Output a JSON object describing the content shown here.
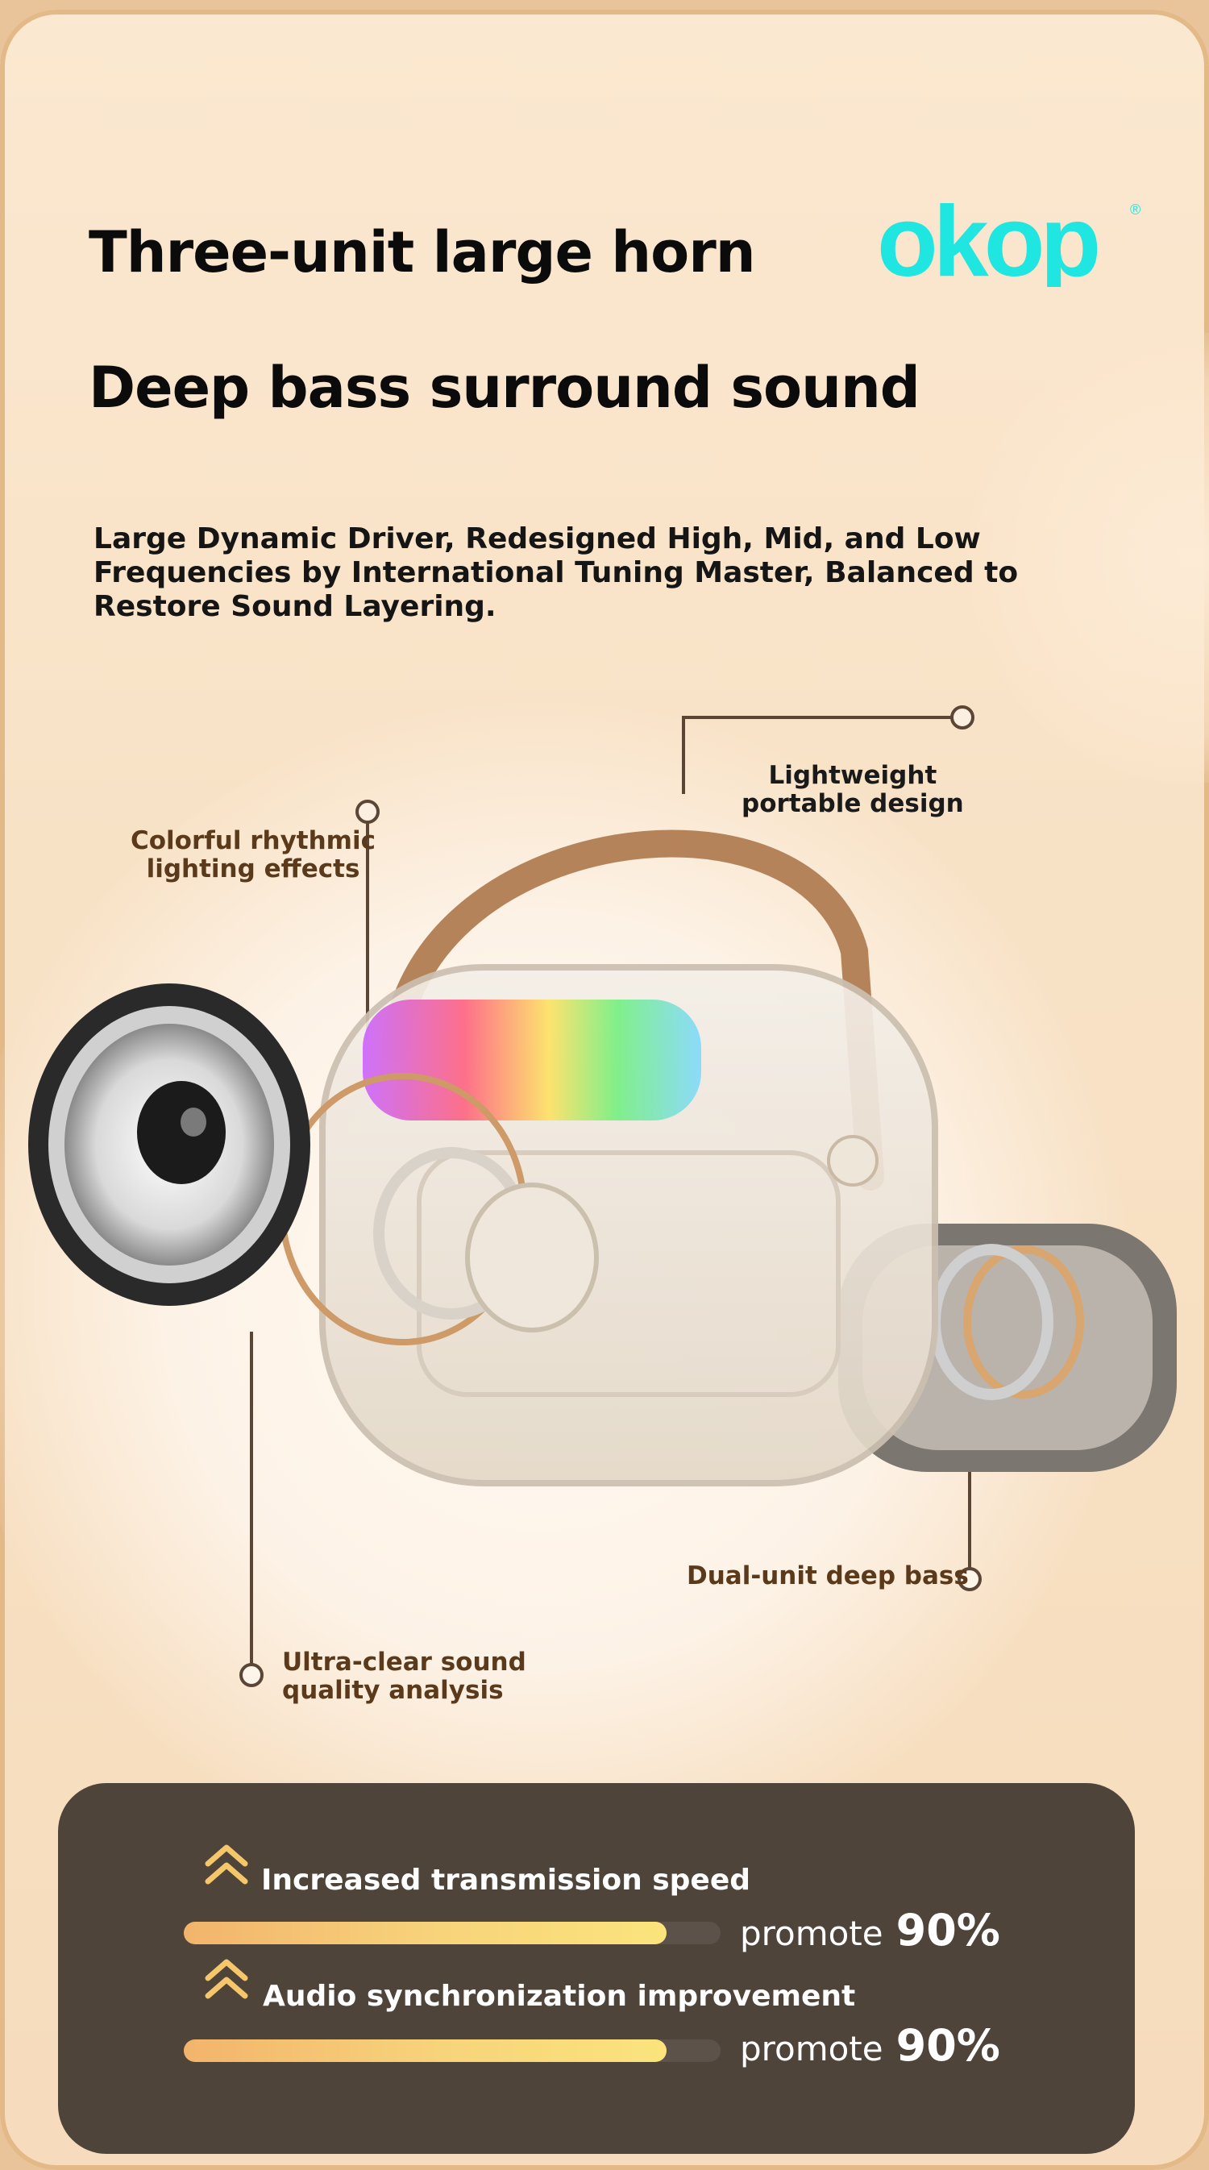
{
  "brand": {
    "logo_text": "okop",
    "logo_mark": "®",
    "logo_color": "#1fe6e0"
  },
  "headline": {
    "line1": "Three-unit large horn",
    "line2": "Deep bass surround sound"
  },
  "description": "Large Dynamic Driver, Redesigned High, Mid, and Low Frequencies by International Tuning Master, Balanced to Restore Sound Layering.",
  "callouts": {
    "lightweight": [
      "Lightweight",
      "portable design"
    ],
    "lighting": [
      "Colorful rhythmic",
      "lighting effects"
    ],
    "bass": [
      "Dual-unit deep bass"
    ],
    "clarity": [
      "Ultra-clear sound",
      "quality analysis"
    ]
  },
  "stats": [
    {
      "label": "Increased transmission speed",
      "word": "promote",
      "value_text": "90%",
      "value": 0.9
    },
    {
      "label": "Audio synchronization improvement",
      "word": "promote",
      "value_text": "90%",
      "value": 0.9
    }
  ],
  "colors": {
    "accent_bar_start": "#f2b46c",
    "accent_bar_end": "#fbe47c",
    "panel": "#4f443a",
    "chevron": "#f5c66a"
  },
  "icons": [
    "double-chevron-up-icon",
    "speaker-product-image"
  ]
}
